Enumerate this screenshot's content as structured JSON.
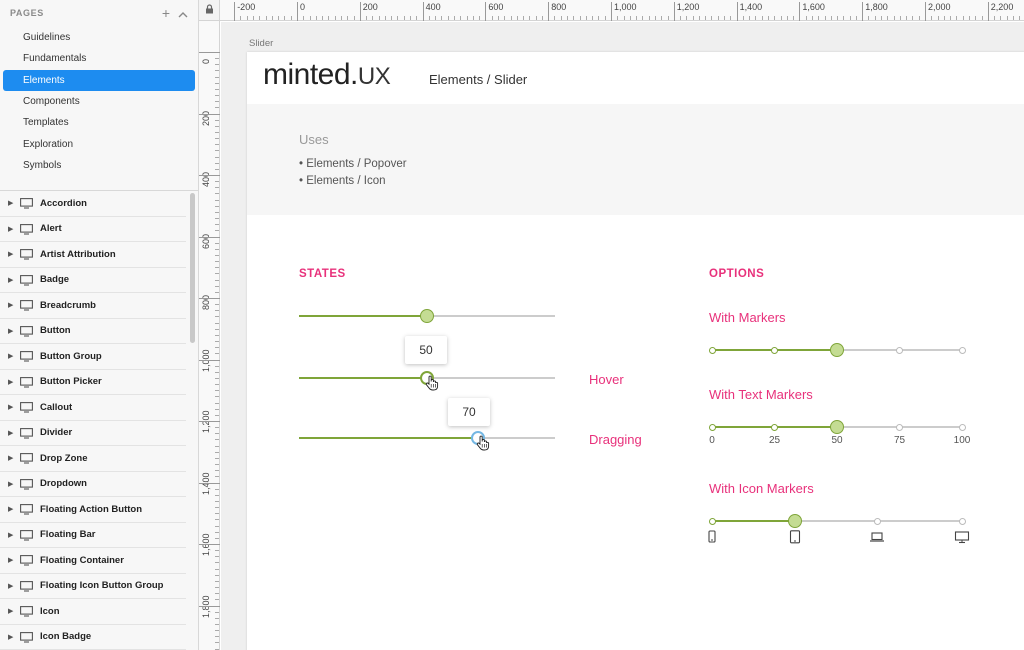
{
  "pages": {
    "header": "PAGES",
    "items": [
      "Guidelines",
      "Fundamentals",
      "Elements",
      "Components",
      "Templates",
      "Exploration",
      "Symbols"
    ],
    "selected_index": 2
  },
  "layers": [
    "Accordion",
    "Alert",
    "Artist Attribution",
    "Badge",
    "Breadcrumb",
    "Button",
    "Button Group",
    "Button Picker",
    "Callout",
    "Divider",
    "Drop Zone",
    "Dropdown",
    "Floating Action Button",
    "Floating Bar",
    "Floating Container",
    "Floating Icon Button Group",
    "Icon",
    "Icon Badge"
  ],
  "ruler_top": [
    "-200",
    "0",
    "200",
    "400",
    "600",
    "800",
    "1,000",
    "1,200",
    "1,400",
    "1,600",
    "1,800",
    "2,000",
    "2,200"
  ],
  "ruler_left": [
    "0",
    "200",
    "400",
    "600",
    "800",
    "1,000",
    "1,200",
    "1,400",
    "1,600",
    "1,800"
  ],
  "artboard": {
    "label": "Slider",
    "brand_main": "minted.",
    "brand_ux": "UX",
    "breadcrumb": "Elements / Slider",
    "uses_title": "Uses",
    "uses": [
      "• Elements / Popover",
      "• Elements / Icon"
    ]
  },
  "states": {
    "title": "STATES",
    "default_value": 50,
    "hover": {
      "label": "Hover",
      "value": 50,
      "tooltip": "50"
    },
    "dragging": {
      "label": "Dragging",
      "value": 70,
      "tooltip": "70"
    }
  },
  "options": {
    "title": "OPTIONS",
    "markers": {
      "label": "With Markers",
      "value": 50
    },
    "text_markers": {
      "label": "With Text Markers",
      "value": 50,
      "ticks": [
        "0",
        "25",
        "50",
        "75",
        "100"
      ]
    },
    "icon_markers": {
      "label": "With Icon Markers",
      "value": 33,
      "icons": [
        "mobile-icon",
        "tablet-icon",
        "laptop-icon",
        "desktop-icon"
      ]
    }
  },
  "colors": {
    "accent_pink": "#e8317b",
    "slider_green": "#7fa539",
    "knob_green": "#c4dc93",
    "drag_blue": "#74b7e3",
    "selection_blue": "#1d8cf0"
  }
}
